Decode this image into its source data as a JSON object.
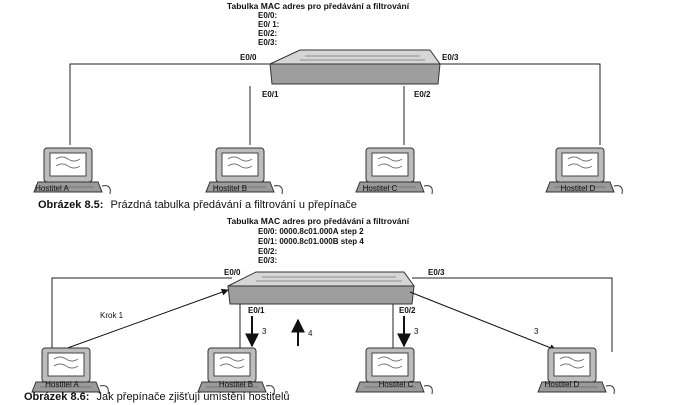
{
  "figure1": {
    "table_title": "Tabulka MAC adres pro předávání a filtrování",
    "table_rows": [
      "E0/0:",
      "E0/ 1:",
      "E0/2:",
      "E0/3:"
    ],
    "ports": {
      "p0": "E0/0",
      "p1": "E0/1",
      "p2": "E0/2",
      "p3": "E0/3"
    },
    "hosts": [
      "Hostitel A",
      "Hostitel B",
      "Hostitel C",
      "Hostitel D"
    ],
    "caption_label": "Obrázek 8.5:",
    "caption_text": "Prázdná tabulka předávání a filtrování u přepínače"
  },
  "figure2": {
    "table_title": "Tabulka MAC adres pro předávání a filtrování",
    "table_rows": [
      "E0/0: 0000.8c01.000A  step 2",
      "E0/1: 0000.8c01.000B  step 4",
      "E0/2:",
      "E0/3:"
    ],
    "ports": {
      "p0": "E0/0",
      "p1": "E0/1",
      "p2": "E0/2",
      "p3": "E0/3"
    },
    "hosts": [
      "Hostitel A",
      "Hostitel B",
      "Hostitel C",
      "Hostitel D"
    ],
    "step_labels": {
      "krok1": "Krok 1",
      "b": "3",
      "b_up": "4",
      "c": "3",
      "d": "3"
    },
    "caption_label": "Obrázek 8.6:",
    "caption_text": "Jak přepínače zjišťují umístění hostitelů"
  }
}
